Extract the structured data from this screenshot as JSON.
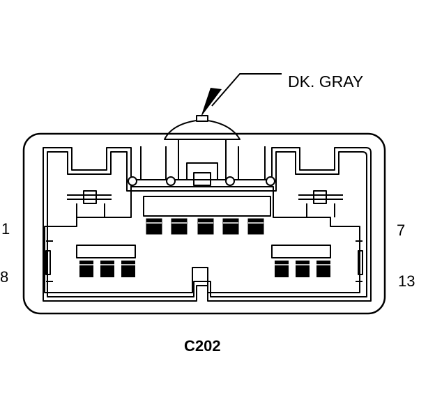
{
  "connector": {
    "id": "C202",
    "housing_color": "DK. GRAY"
  },
  "pins": {
    "top_left": "1",
    "top_right": "7",
    "bottom_left": "8",
    "bottom_right": "13"
  }
}
